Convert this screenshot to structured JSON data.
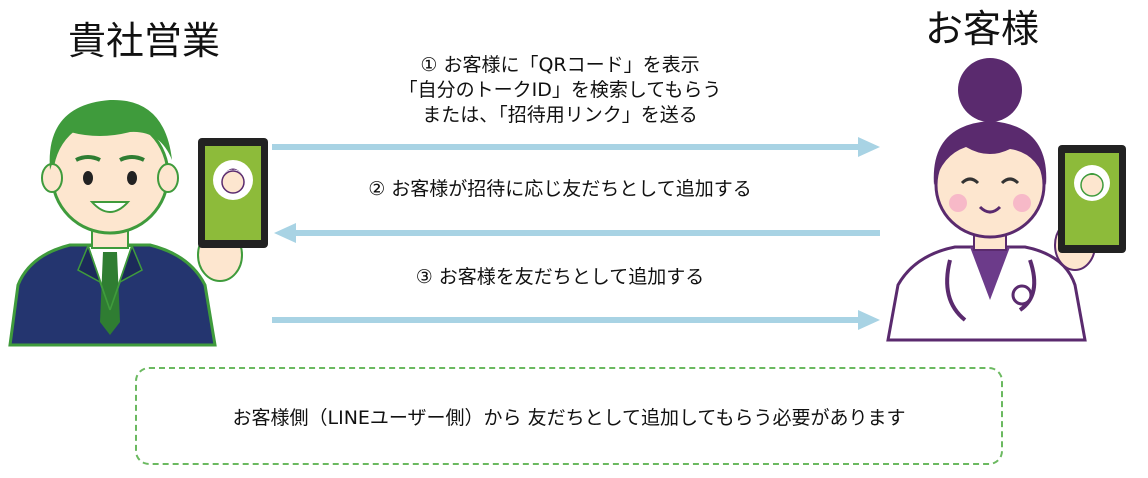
{
  "left_party": {
    "label": "貴社営業"
  },
  "right_party": {
    "label": "お客様"
  },
  "steps": [
    {
      "lines": [
        "① お客様に「QRコード」を表示",
        "「自分のトークID」を検索してもらう",
        "または、「招待用リンク」を送る"
      ]
    },
    {
      "lines": [
        "② お客様が招待に応じ友だちとして追加する"
      ]
    },
    {
      "lines": [
        "③ お客様を友だちとして追加する"
      ]
    }
  ],
  "note": {
    "text": "お客様側（LINEユーザー側）から 友だちとして追加してもらう必要があります"
  },
  "colors": {
    "arrow": "#a8d3e4",
    "note_border": "#6bb960",
    "businessman_hair": "#3f9b3c",
    "suit": "#24356f",
    "doctor_hair": "#5a2a6e",
    "phone_screen": "#8dbb3a"
  }
}
